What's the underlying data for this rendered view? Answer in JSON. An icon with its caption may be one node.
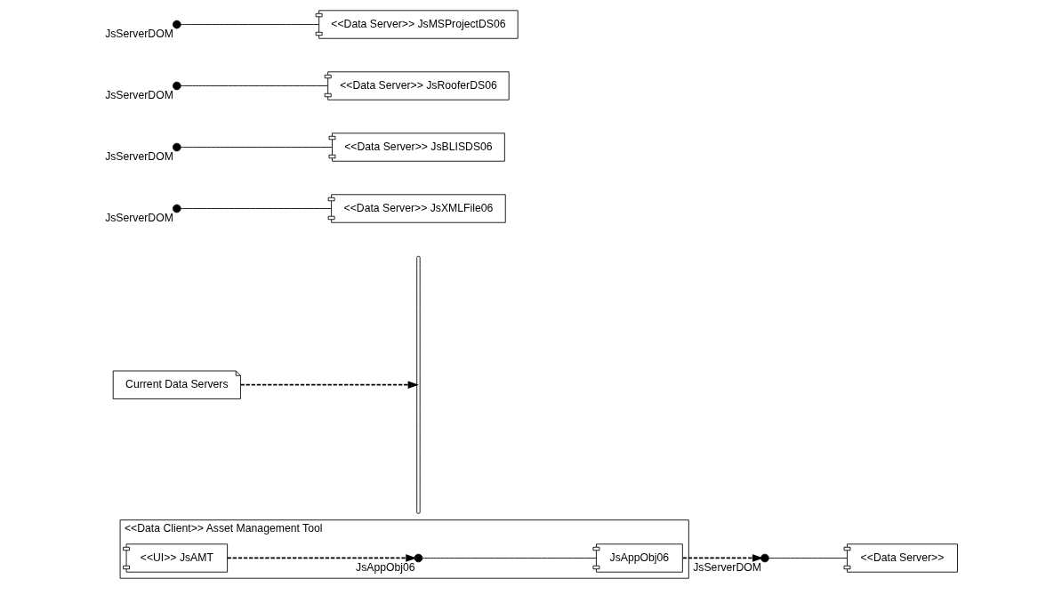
{
  "diagram": {
    "nodes": [
      {
        "text": [
          "<<Data Client>> Asset Management Tool"
        ]
      },
      {
        "text": [
          "<<UI>> JsAMT"
        ],
        "in": 0
      },
      {
        "text": [],
        "shape": "circle",
        "beside": [
          "JsAppObj06"
        ],
        "in": 0
      },
      {
        "text": [
          "JsAppObj06"
        ],
        "in": 0
      },
      {
        "text": [],
        "shape": "circle",
        "beside": [
          "JsServerDOM"
        ]
      },
      {
        "text": [
          "<<Data Server>>"
        ]
      },
      {
        "text": [
          "Current Data Servers"
        ]
      },
      {
        "text": [],
        "shape": "brace"
      },
      {
        "text": [],
        "shape": "circle",
        "beside": [
          "JsServerDOM"
        ]
      },
      {
        "text": [
          "<<Data Server>> JsXMLFile06"
        ]
      },
      {
        "text": [],
        "shape": "circle",
        "beside": [
          "JsServerDOM"
        ]
      },
      {
        "text": [
          "<<Data Server>> JsBLISDS06"
        ]
      },
      {
        "text": [],
        "shape": "circle",
        "beside": [
          "JsServerDOM"
        ]
      },
      {
        "text": [
          "<<Data Server>> JsRooferDS06"
        ]
      },
      {
        "text": [],
        "shape": "circle",
        "beside": [
          "JsServerDOM"
        ]
      },
      {
        "text": [
          "<<Data Server>> JsMSProjectDS06"
        ]
      }
    ],
    "edges": [
      {
        "from": 1,
        "to": 2,
        "arrow": "to",
        "style": "dashed"
      },
      {
        "from": 2,
        "to": 3,
        "arrow": "none"
      },
      {
        "from": 3,
        "to": 4,
        "arrow": "to",
        "style": "dashed"
      },
      {
        "from": 4,
        "to": 5,
        "arrow": "none"
      },
      {
        "from": 6,
        "to": 7,
        "arrow": "to",
        "style": "dashed"
      },
      {
        "from": 8,
        "to": 9,
        "arrow": "none"
      },
      {
        "from": 10,
        "to": 11,
        "arrow": "none"
      },
      {
        "from": 12,
        "to": 13,
        "arrow": "none"
      },
      {
        "from": 14,
        "to": 15,
        "arrow": "none"
      }
    ]
  }
}
